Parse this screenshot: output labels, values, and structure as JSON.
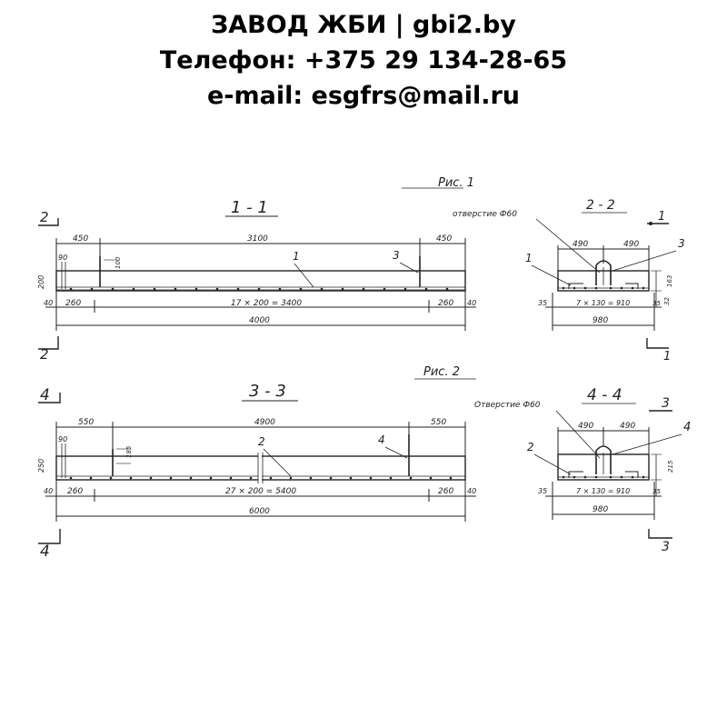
{
  "header": {
    "line1": "ЗАВОД ЖБИ | gbi2.by",
    "line2": "Телефон: +375 29 134-28-65",
    "line3": "e-mail: esgfrs@mail.ru"
  },
  "fig1": {
    "label": "Рис. 1",
    "section_11": {
      "title": "1 - 1",
      "cut_mark": "2",
      "dim_left": "450",
      "dim_mid": "3100",
      "dim_right": "450",
      "dim_90": "90",
      "dim_height": "200",
      "dim_loop": "100",
      "dim_40_left": "40",
      "dim_260_left": "260",
      "dim_spacing": "17 × 200 = 3400",
      "dim_260_right": "260",
      "dim_40_right": "40",
      "dim_total": "4000",
      "pos_1": "1",
      "pos_3": "3"
    },
    "section_22": {
      "title": "2 - 2",
      "hole_label": "отверстие Ф60",
      "cut_mark": "1",
      "dim_490_left": "490",
      "dim_490_right": "490",
      "dim_35_left": "35",
      "dim_spacing": "7 × 130 = 910",
      "dim_35_right": "35",
      "dim_32": "32",
      "dim_163": "163",
      "dim_total": "980",
      "pos_1": "1",
      "pos_3": "3"
    }
  },
  "fig2": {
    "label": "Рис. 2",
    "section_33": {
      "title": "3 - 3",
      "cut_mark": "4",
      "dim_left": "550",
      "dim_mid": "4900",
      "dim_right": "550",
      "dim_90": "90",
      "dim_height": "250",
      "dim_loop": "185",
      "dim_40_left": "40",
      "dim_260_left": "260",
      "dim_spacing": "27 × 200 = 5400",
      "dim_260_right": "260",
      "dim_40_right": "40",
      "dim_total": "6000",
      "pos_2": "2",
      "pos_4": "4"
    },
    "section_44": {
      "title": "4 - 4",
      "hole_label": "Отверстие Ф60",
      "cut_mark": "3",
      "dim_490_left": "490",
      "dim_490_right": "490",
      "dim_35_left": "35",
      "dim_spacing": "7 × 130 = 910",
      "dim_35_right": "35",
      "dim_215": "215",
      "dim_total": "980",
      "pos_2": "2",
      "pos_4": "4"
    }
  }
}
